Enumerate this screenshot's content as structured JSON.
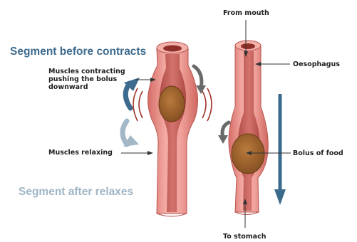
{
  "labels": {
    "from_mouth": "From mouth",
    "oesophagus": "Oesophagus",
    "bolus_of_food": "Bolus of food",
    "to_stomach": "To stomach",
    "muscles_contracting": [
      "Muscles contracting",
      "pushing the bolus",
      "downward"
    ],
    "muscles_relaxing": "Muscles relaxing",
    "segment_before": "Segment before contracts",
    "segment_after": "Segment after relaxes"
  },
  "colors": {
    "segment_before": "#3d6b8e",
    "segment_after": "#9fb5c4",
    "down_arrow": "#3a6a8c",
    "tube_outer": "#e9928d",
    "tube_inner": "#c4564f",
    "bolus": "#a8682d",
    "contraction_lines": "#a03226"
  }
}
